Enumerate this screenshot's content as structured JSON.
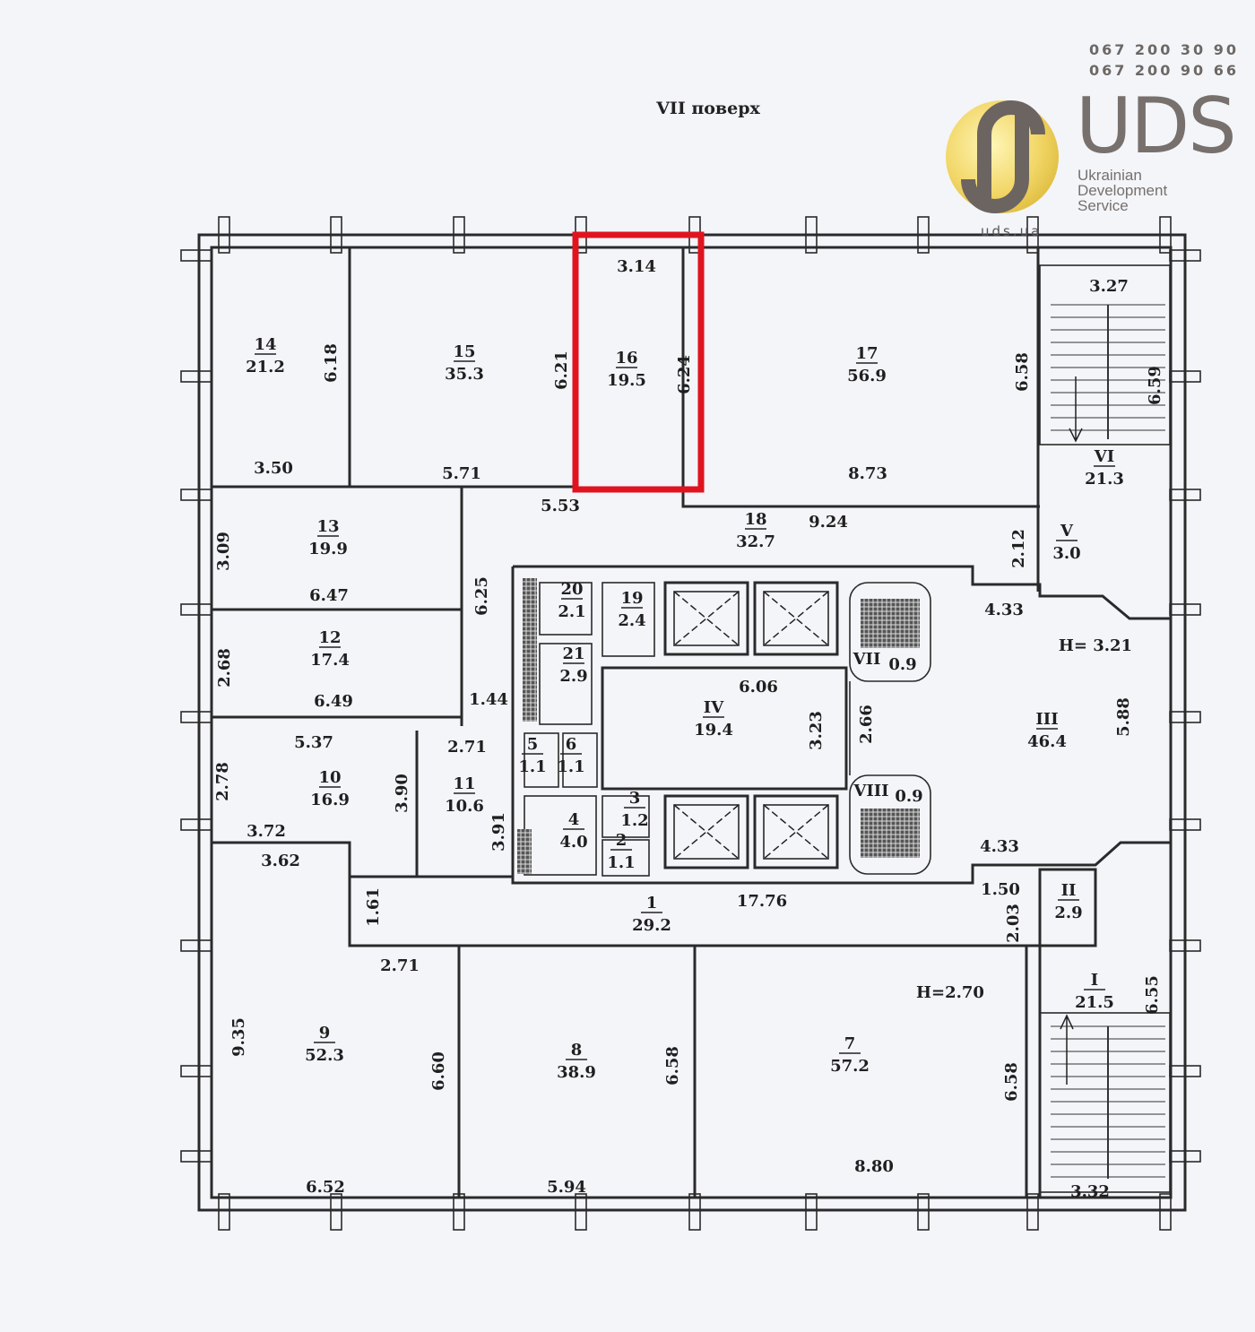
{
  "title": "VII поверх",
  "contacts": {
    "phone1": "067 200 30 90",
    "phone2": "067 200 90 66",
    "site": "uds.ua"
  },
  "logo": {
    "name": "UDS",
    "line1": "Ukrainian",
    "line2": "Development",
    "line3": "Service"
  },
  "highlight": {
    "room": "16",
    "color": "#e0141f"
  },
  "rooms": [
    {
      "id": "14",
      "area": "21.2"
    },
    {
      "id": "15",
      "area": "35.3"
    },
    {
      "id": "16",
      "area": "19.5"
    },
    {
      "id": "17",
      "area": "56.9"
    },
    {
      "id": "VI",
      "area": "21.3"
    },
    {
      "id": "13",
      "area": "19.9"
    },
    {
      "id": "18",
      "area": "32.7"
    },
    {
      "id": "V",
      "area": "3.0"
    },
    {
      "id": "20",
      "area": "2.1"
    },
    {
      "id": "19",
      "area": "2.4"
    },
    {
      "id": "21",
      "area": "2.9"
    },
    {
      "id": "12",
      "area": "17.4"
    },
    {
      "id": "IV",
      "area": "19.4"
    },
    {
      "id": "III",
      "area": "46.4"
    },
    {
      "id": "5",
      "area": "1.1"
    },
    {
      "id": "6",
      "area": "1.1"
    },
    {
      "id": "10",
      "area": "16.9"
    },
    {
      "id": "11",
      "area": "10.6"
    },
    {
      "id": "3",
      "area": "1.2"
    },
    {
      "id": "4",
      "area": "4.0"
    },
    {
      "id": "2",
      "area": "1.1"
    },
    {
      "id": "1",
      "area": "29.2"
    },
    {
      "id": "II",
      "area": "2.9"
    },
    {
      "id": "I",
      "area": "21.5"
    },
    {
      "id": "9",
      "area": "52.3"
    },
    {
      "id": "8",
      "area": "38.9"
    },
    {
      "id": "7",
      "area": "57.2"
    }
  ],
  "small_rooms": [
    {
      "id": "VII",
      "area": "0.9"
    },
    {
      "id": "VIII",
      "area": "0.9"
    }
  ],
  "dimensions": [
    "3.14",
    "6.18",
    "6.21",
    "6.24",
    "6.58",
    "3.27",
    "6.59",
    "3.50",
    "5.71",
    "8.73",
    "5.53",
    "9.24",
    "3.09",
    "2.12",
    "6.47",
    "6.25",
    "4.33",
    "H= 3.21",
    "2.68",
    "6.06",
    "6.49",
    "1.44",
    "2.66",
    "3.23",
    "5.88",
    "5.37",
    "2.71",
    "2.78",
    "3.90",
    "3.72",
    "3.91",
    "3.62",
    "4.33",
    "1.50",
    "17.76",
    "1.61",
    "2.03",
    "2.71",
    "H=2.70",
    "6.55",
    "9.35",
    "6.60",
    "6.58",
    "6.58",
    "8.80",
    "6.52",
    "5.94",
    "3.32"
  ]
}
